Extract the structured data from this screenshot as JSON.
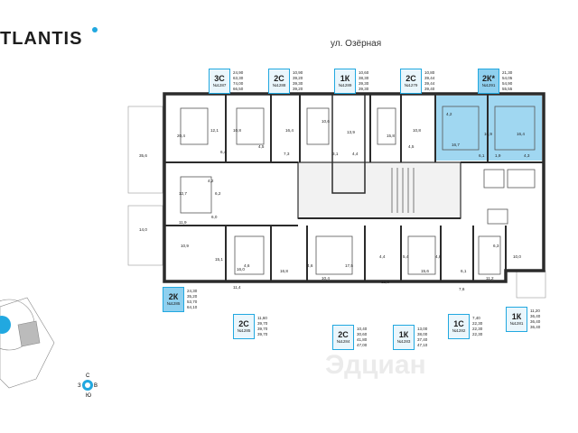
{
  "header": {
    "logo": "TLANTIS",
    "street": "ул. Озёрная"
  },
  "colors": {
    "accent": "#21a8e0",
    "wall": "#2b2b2b",
    "highlight": "#8fd0ef"
  },
  "units": [
    {
      "type": "3С",
      "num": "№1287",
      "areas": [
        "24,90",
        "63,30",
        "74,00",
        "66,50"
      ],
      "hl": false
    },
    {
      "type": "2С",
      "num": "№1288",
      "areas": [
        "10,90",
        "39,20",
        "39,30",
        "39,20"
      ],
      "hl": false
    },
    {
      "type": "1К",
      "num": "№1289",
      "areas": [
        "10,60",
        "38,30",
        "39,30",
        "39,30"
      ],
      "hl": false
    },
    {
      "type": "2С",
      "num": "№1279",
      "areas": [
        "10,80",
        "39,44",
        "39,44",
        "39,40"
      ],
      "hl": false
    },
    {
      "type": "2К*",
      "num": "№1291",
      "areas": [
        "21,30",
        "54,05",
        "54,90",
        "55,55"
      ],
      "hl": true
    },
    {
      "type": "2К",
      "num": "№1285",
      "areas": [
        "24,30",
        "35,20",
        "53,70",
        "64,10"
      ],
      "hl": true
    },
    {
      "type": "2С",
      "num": "№1285",
      "areas": [
        "11,60",
        "39,70",
        "39,70",
        "39,70"
      ],
      "hl": false
    },
    {
      "type": "2С",
      "num": "№1284",
      "areas": [
        "10,40",
        "30,60",
        "41,80",
        "47,00"
      ],
      "hl": false
    },
    {
      "type": "1К",
      "num": "№1283",
      "areas": [
        "13,00",
        "38,00",
        "37,40",
        "47,10"
      ],
      "hl": false
    },
    {
      "type": "1С",
      "num": "№1282",
      "areas": [
        "7,40",
        "22,30",
        "22,30",
        "22,30"
      ],
      "hl": false
    },
    {
      "type": "1К",
      "num": "№1281",
      "areas": [
        "11,20",
        "36,40",
        "36,40",
        "36,40"
      ],
      "hl": false
    }
  ],
  "room_labels": [
    "20,4",
    "12,1",
    "6,4",
    "10,8",
    "4,5",
    "16,4",
    "10,6",
    "13,9",
    "15,8",
    "4,5",
    "10,8",
    "4,2",
    "16,7",
    "16,9",
    "16,4",
    "35,6",
    "12,7",
    "6,2",
    "6,0",
    "11,9",
    "16,0",
    "10,9",
    "15,1",
    "4,6",
    "11,4",
    "16,8",
    "10,4",
    "12,8",
    "17,5",
    "4,6",
    "15,6",
    "6,1",
    "11,2",
    "10,0",
    "6,3",
    "4,4",
    "7,3",
    "3,1",
    "4,4",
    "5,4",
    "4,8",
    "7,6",
    "4,2",
    "14,0",
    "1,9",
    "4,3",
    "6,1"
  ],
  "compass": {
    "n": "С",
    "s": "Ю",
    "w": "З",
    "e": "В"
  },
  "watermark": "Эдциан"
}
